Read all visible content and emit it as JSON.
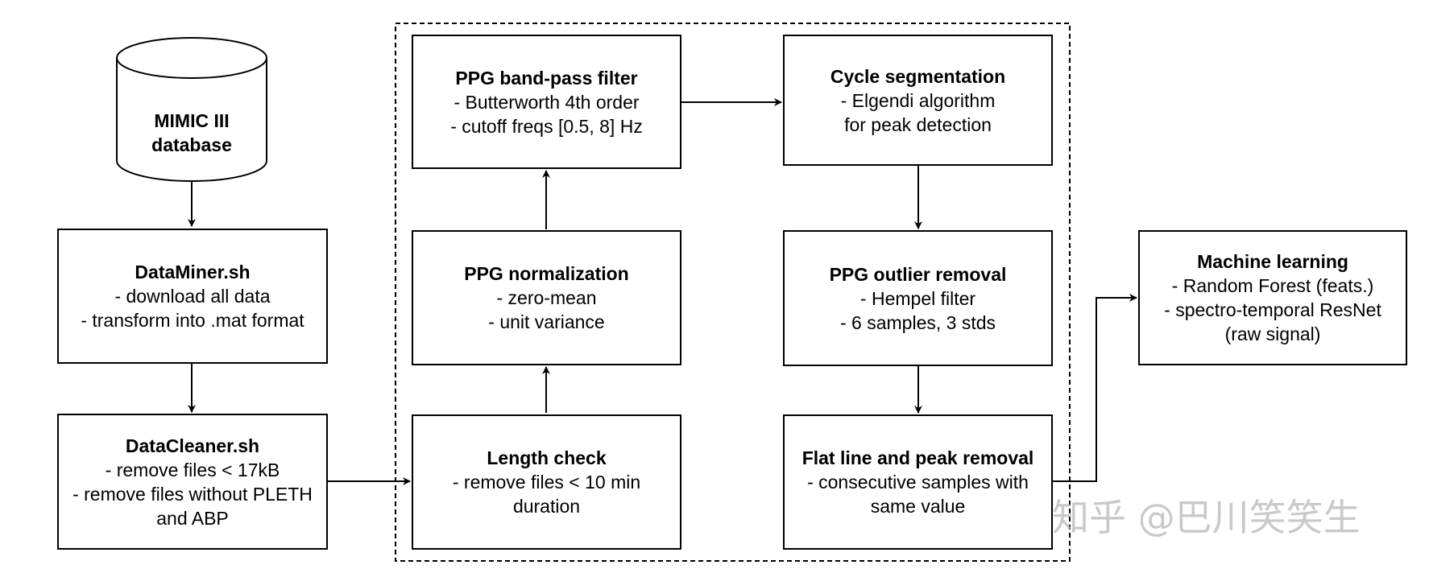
{
  "database": {
    "lines": [
      "MIMIC III",
      "database"
    ]
  },
  "boxes": {
    "dataminer": {
      "title": "DataMiner.sh",
      "lines": [
        "- download all data",
        "- transform into .mat format"
      ]
    },
    "datacleaner": {
      "title": "DataCleaner.sh",
      "lines": [
        "- remove files < 17kB",
        "- remove files without PLETH",
        "and ABP"
      ]
    },
    "length_check": {
      "title": "Length check",
      "lines": [
        "- remove files < 10 min",
        "duration"
      ]
    },
    "normalization": {
      "title": "PPG normalization",
      "lines": [
        "- zero-mean",
        "- unit variance"
      ]
    },
    "bandpass": {
      "title": "PPG band-pass filter",
      "lines": [
        "- Butterworth 4th order",
        "- cutoff freqs [0.5, 8] Hz"
      ]
    },
    "segmentation": {
      "title": "Cycle segmentation",
      "lines": [
        "- Elgendi algorithm",
        "for peak detection"
      ]
    },
    "outlier": {
      "title": "PPG outlier removal",
      "lines": [
        "- Hempel filter",
        "- 6 samples, 3 stds"
      ]
    },
    "flatline": {
      "title": "Flat line and peak removal",
      "lines": [
        "- consecutive samples with",
        "same value"
      ]
    },
    "ml": {
      "title": "Machine learning",
      "lines": [
        "- Random Forest (feats.)",
        "- spectro-temporal ResNet",
        "(raw signal)"
      ]
    }
  },
  "watermark": "知乎 @巴川笑笑生"
}
